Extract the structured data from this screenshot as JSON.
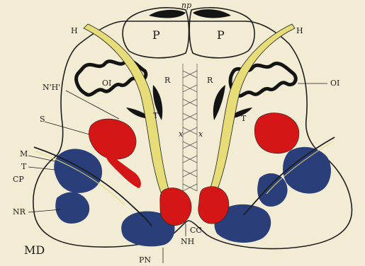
{
  "colors": {
    "paper": "#f3ecd4",
    "outline": "#1e1e1e",
    "red_nucleus_fill": "#d41616",
    "blue_nucleus_fill": "#2a3f7a",
    "yellow_tract": "#e6dc78",
    "black_mass": "#141414"
  },
  "labels": {
    "np": "np",
    "p_left": "P",
    "p_right": "P",
    "h_left": "H",
    "h_right": "H",
    "oi_left": "OI",
    "oi_right": "OI",
    "r_left": "R",
    "r_right": "R",
    "t_left_upper": "T",
    "t_right_upper": "T",
    "nh_prime": "N'H'",
    "s": "S",
    "x_left": "x",
    "x_right": "x",
    "m": "M",
    "t_side": "T",
    "cp": "CP",
    "nr": "NR",
    "md": "MD",
    "cc": "CC",
    "nh": "NH",
    "pn": "PN"
  }
}
